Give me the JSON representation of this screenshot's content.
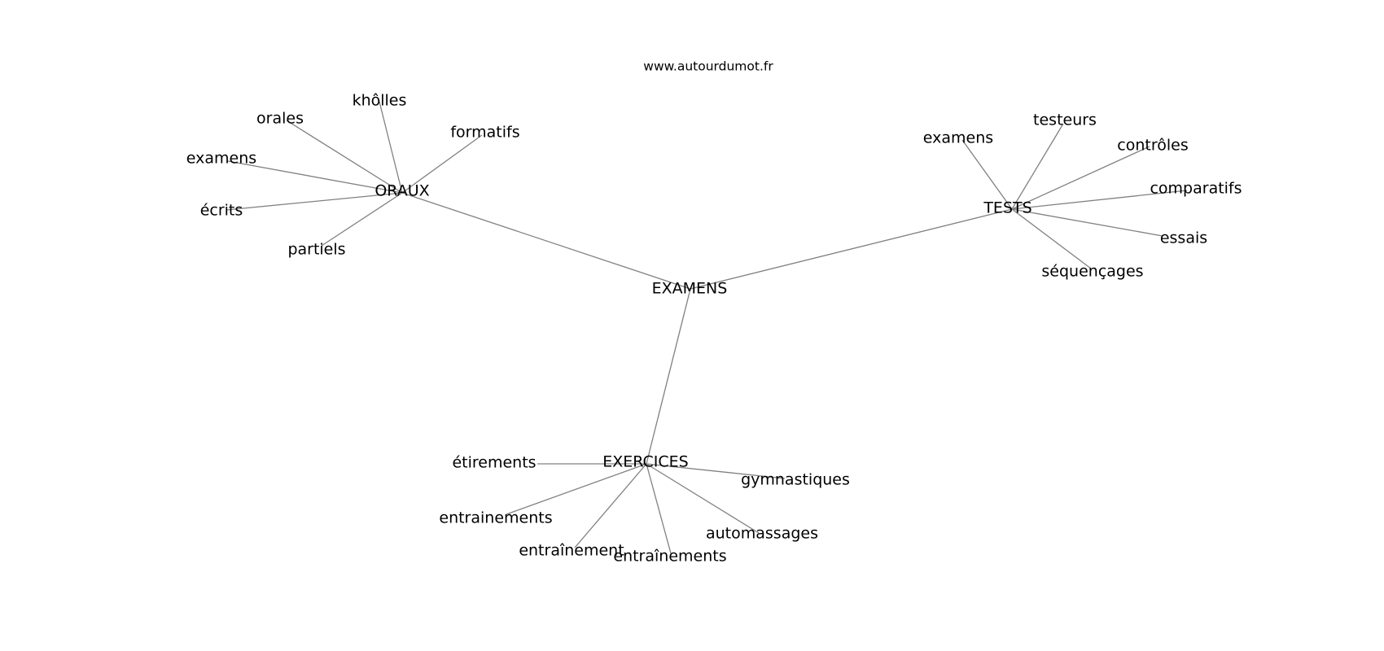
{
  "source": "www.autourdumot.fr",
  "graph": {
    "root": "EXAMENS",
    "hubs": [
      {
        "label": "ORAUX",
        "words": [
          "khôlles",
          "orales",
          "formatifs",
          "examens",
          "écrits",
          "partiels"
        ]
      },
      {
        "label": "TESTS",
        "words": [
          "examens",
          "testeurs",
          "contrôles",
          "comparatifs",
          "essais",
          "séquençages"
        ]
      },
      {
        "label": "EXERCICES",
        "words": [
          "étirements",
          "gymnastiques",
          "entrainements",
          "automassages",
          "entraînement",
          "entraînements"
        ]
      }
    ]
  },
  "colors": {
    "edge": "#808080",
    "text": "#000000",
    "background": "#ffffff"
  }
}
